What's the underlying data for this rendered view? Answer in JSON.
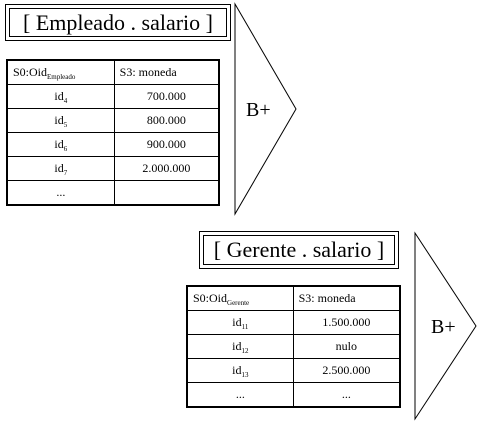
{
  "blocks": [
    {
      "title": "[ Empleado . salario ]",
      "headers": [
        "S0:Oid",
        "S3: moneda"
      ],
      "oid_subscript": "Empleado",
      "rows": [
        {
          "oid": "id",
          "sub": "4",
          "value": "700.000"
        },
        {
          "oid": "id",
          "sub": "5",
          "value": "800.000"
        },
        {
          "oid": "id",
          "sub": "6",
          "value": "900.000"
        },
        {
          "oid": "id",
          "sub": "7",
          "value": "2.000.000"
        },
        {
          "oid": "...",
          "sub": "",
          "value": ""
        }
      ],
      "arrow_label": "B+"
    },
    {
      "title": "[ Gerente . salario ]",
      "headers": [
        "S0:Oid",
        "S3: moneda"
      ],
      "oid_subscript": "Gerente",
      "rows": [
        {
          "oid": "id",
          "sub": "11",
          "value": "1.500.000"
        },
        {
          "oid": "id",
          "sub": "12",
          "value": "nulo"
        },
        {
          "oid": "id",
          "sub": "13",
          "value": "2.500.000"
        },
        {
          "oid": "...",
          "sub": "",
          "value": "..."
        }
      ],
      "arrow_label": "B+"
    }
  ]
}
